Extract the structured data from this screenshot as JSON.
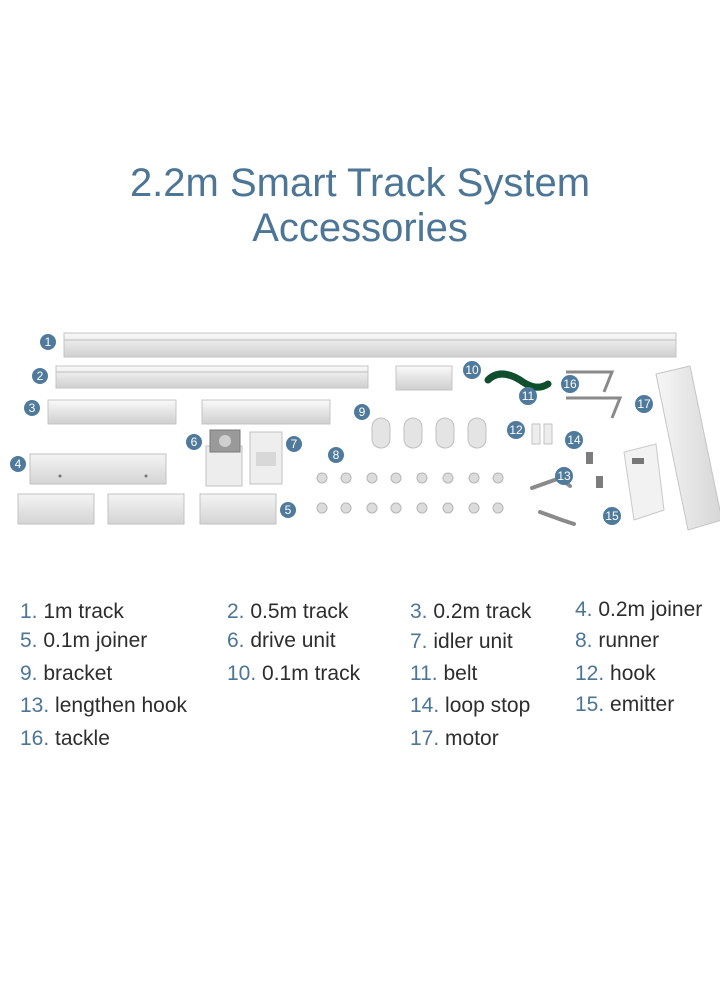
{
  "title": {
    "line1": "2.2m Smart Track System",
    "line2": "Accessories"
  },
  "badges": [
    "1",
    "2",
    "3",
    "4",
    "5",
    "6",
    "7",
    "8",
    "9",
    "10",
    "11",
    "12",
    "13",
    "14",
    "15",
    "16",
    "17"
  ],
  "colors": {
    "title": "#4c7596",
    "badge": "#4f7a9c",
    "belt": "#0f4f2e"
  },
  "legend": [
    {
      "num": "1.",
      "label": "1m track"
    },
    {
      "num": "2.",
      "label": "0.5m track"
    },
    {
      "num": "3.",
      "label": "0.2m track"
    },
    {
      "num": "4.",
      "label": "0.2m joiner"
    },
    {
      "num": "5.",
      "label": "0.1m joiner"
    },
    {
      "num": "6.",
      "label": "drive unit"
    },
    {
      "num": "7.",
      "label": "idler unit"
    },
    {
      "num": "8.",
      "label": "runner"
    },
    {
      "num": "9.",
      "label": "bracket"
    },
    {
      "num": "10.",
      "label": "0.1m track"
    },
    {
      "num": "11.",
      "label": "belt"
    },
    {
      "num": "12.",
      "label": "hook"
    },
    {
      "num": "13.",
      "label": "lengthen hook"
    },
    {
      "num": "14.",
      "label": "loop stop"
    },
    {
      "num": "15.",
      "label": "emitter"
    },
    {
      "num": "16.",
      "label": "tackle"
    },
    {
      "num": "17.",
      "label": "motor"
    }
  ]
}
